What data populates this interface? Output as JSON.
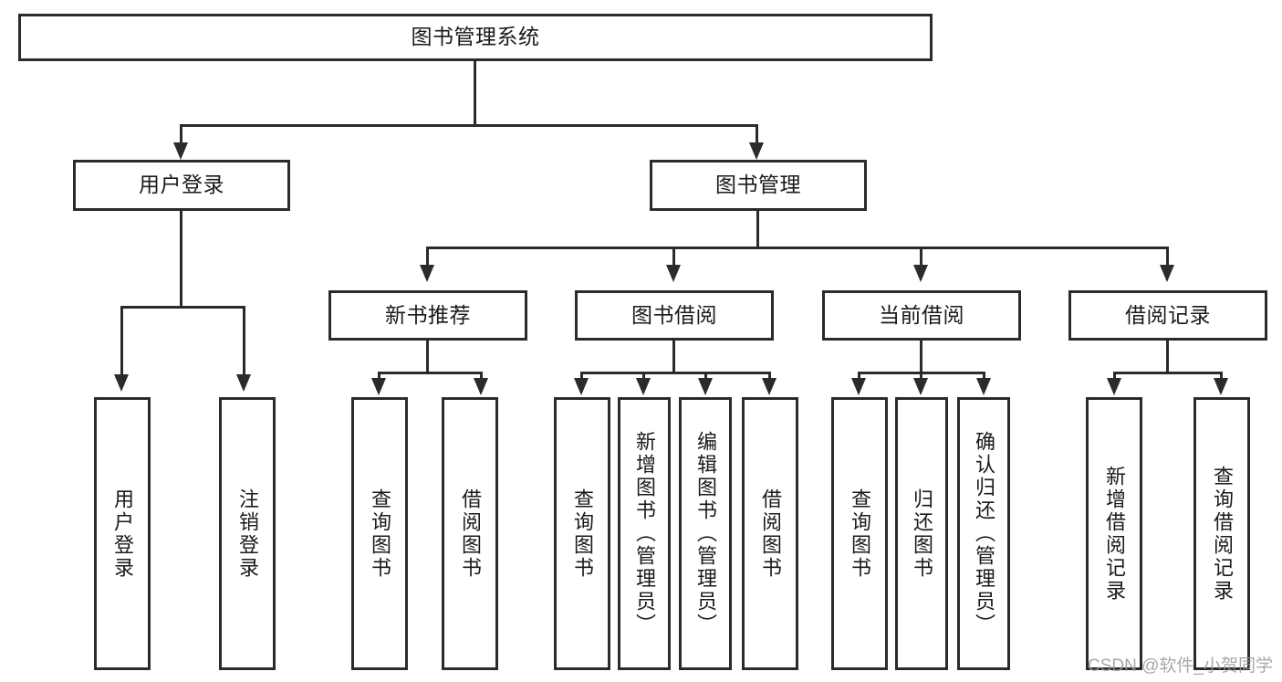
{
  "diagram": {
    "title": "图书管理系统",
    "watermark": "CSDN @软件_小贺同学",
    "accent_color": "#2b2b2b",
    "background_color": "#ffffff",
    "root": {
      "label": "图书管理系统"
    },
    "level2": [
      {
        "label": "用户登录"
      },
      {
        "label": "图书管理"
      }
    ],
    "level3": [
      {
        "label": "新书推荐"
      },
      {
        "label": "图书借阅"
      },
      {
        "label": "当前借阅"
      },
      {
        "label": "借阅记录"
      }
    ],
    "leaves": [
      {
        "label": "用户登录",
        "parent": "用户登录"
      },
      {
        "label": "注销登录",
        "parent": "用户登录"
      },
      {
        "label": "查询图书",
        "parent": "新书推荐"
      },
      {
        "label": "借阅图书",
        "parent": "新书推荐"
      },
      {
        "label": "查询图书",
        "parent": "图书借阅"
      },
      {
        "label": "新增图书（管理员）",
        "parent": "图书借阅"
      },
      {
        "label": "编辑图书（管理员）",
        "parent": "图书借阅"
      },
      {
        "label": "借阅图书",
        "parent": "图书借阅"
      },
      {
        "label": "查询图书",
        "parent": "当前借阅"
      },
      {
        "label": "归还图书",
        "parent": "当前借阅"
      },
      {
        "label": "确认归还（管理员）",
        "parent": "当前借阅"
      },
      {
        "label": "新增借阅记录",
        "parent": "借阅记录"
      },
      {
        "label": "查询借阅记录",
        "parent": "借阅记录"
      }
    ]
  }
}
